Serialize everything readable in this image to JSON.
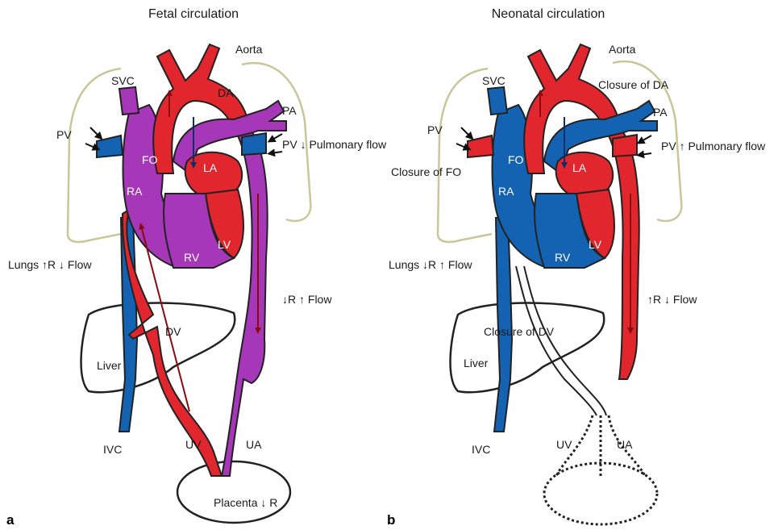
{
  "colors": {
    "oxygenated": "#e1262d",
    "deoxygenated": "#1463b3",
    "mixed": "#a537b8",
    "lung_outline": "#c9c69a",
    "outline": "#222222"
  },
  "icons": [
    "flow-arrow-icon",
    "up-arrow-icon",
    "down-arrow-icon"
  ],
  "panel_a": {
    "title": "Fetal circulation",
    "letter": "a",
    "labels": {
      "aorta": "Aorta",
      "svc": "SVC",
      "da": "DA",
      "pa": "PA",
      "pv": "PV",
      "pv_flow": "PV ↓ Pulmonary flow",
      "fo": "FO",
      "la": "LA",
      "ra": "RA",
      "lv": "LV",
      "rv": "RV",
      "lungs": "Lungs ↑R ↓ Flow",
      "systemic": "↓R ↑ Flow",
      "dv": "DV",
      "liver": "Liver",
      "ivc": "IVC",
      "uv": "UV",
      "ua": "UA",
      "placenta": "Placenta ↓ R"
    }
  },
  "panel_b": {
    "title": "Neonatal circulation",
    "letter": "b",
    "labels": {
      "aorta": "Aorta",
      "svc": "SVC",
      "closure_da": "Closure of DA",
      "pa": "PA",
      "pv": "PV",
      "pv_flow": "PV ↑ Pulmonary flow",
      "closure_fo": "Closure of FO",
      "fo": "FO",
      "la": "LA",
      "ra": "RA",
      "lv": "LV",
      "rv": "RV",
      "lungs": "Lungs ↓R ↑ Flow",
      "systemic": "↑R ↓ Flow",
      "closure_dv": "Closure of DV",
      "liver": "Liver",
      "ivc": "IVC",
      "uv": "UV",
      "ua": "UA"
    }
  }
}
